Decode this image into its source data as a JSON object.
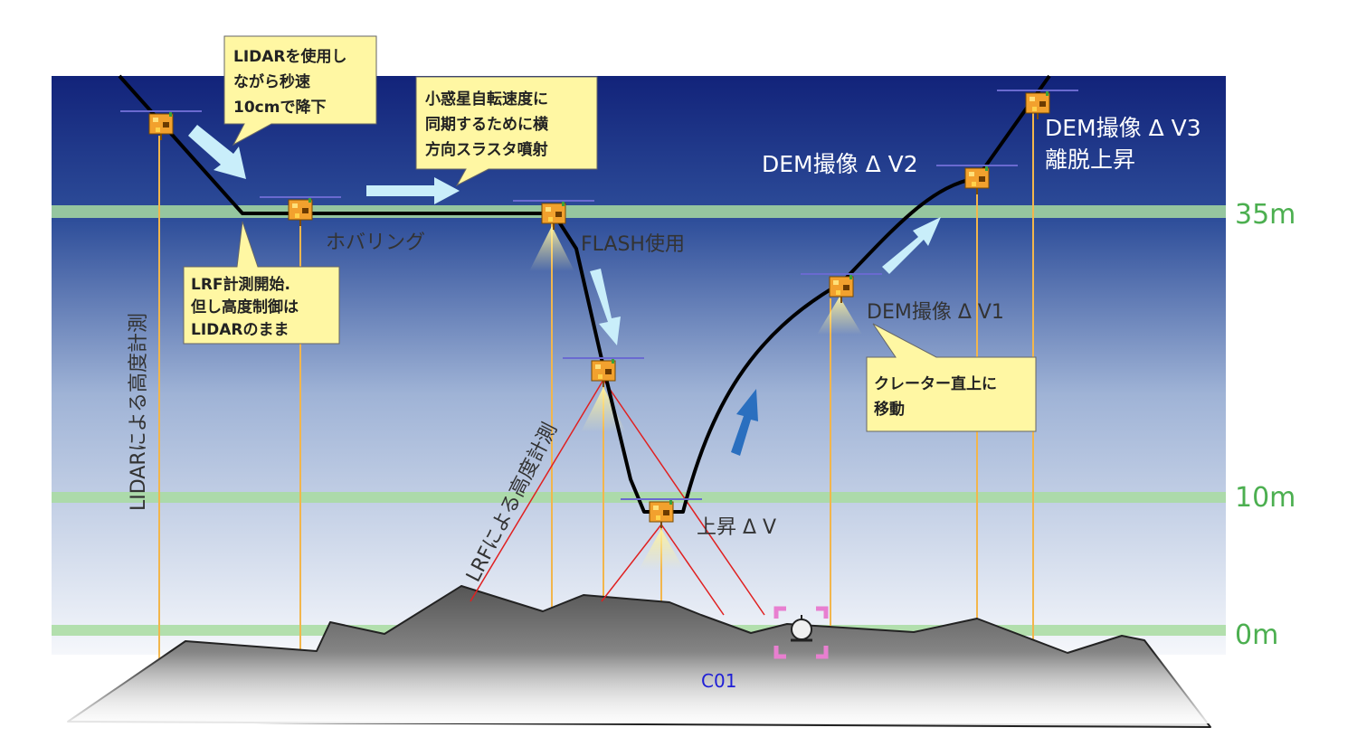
{
  "altitude_markers": [
    {
      "label": "35m"
    },
    {
      "label": "10m"
    },
    {
      "label": "0m"
    }
  ],
  "callouts": {
    "lidar_descent": [
      "LIDARを使用し",
      "ながら秒速",
      "10cmで降下"
    ],
    "sync_rotation": [
      "小惑星自転速度に",
      "同期するために横",
      "方向スラスタ噴射"
    ],
    "lrf_start": [
      "LRF計測開始.",
      "但し高度制御は",
      "LIDARのまま"
    ],
    "move_over_crater": [
      "クレーター直上に",
      "移動"
    ]
  },
  "labels": {
    "hovering": "ホバリング",
    "flash": "FLASH使用",
    "ascent_dv": "上昇 Δ V",
    "dem_dv1": "DEM撮像 Δ V1",
    "dem_dv2": "DEM撮像 Δ V2",
    "dem_dv3_line1": "DEM撮像 Δ V3",
    "dem_dv3_line2": "離脱上昇",
    "lidar_vertical": "LIDARによる高度計測",
    "lrf_diagonal": "LRFによる高度計測",
    "target_marker": "C01"
  },
  "colors": {
    "sky_top": "#12237a",
    "sky_bottom": "#f2f5fa",
    "altitude_band": "#a8dca0",
    "altitude_text": "#4caf50",
    "callout_fill": "#fff7a3",
    "trajectory": "#000000",
    "motion_arrow_light": "#c9eefa",
    "motion_arrow_dark": "#2a6fbf",
    "laser_line": "#e02020",
    "plumb_line": "#f2b64c",
    "target_marker": "#e87fd0",
    "target_label": "#1f1fd6"
  }
}
